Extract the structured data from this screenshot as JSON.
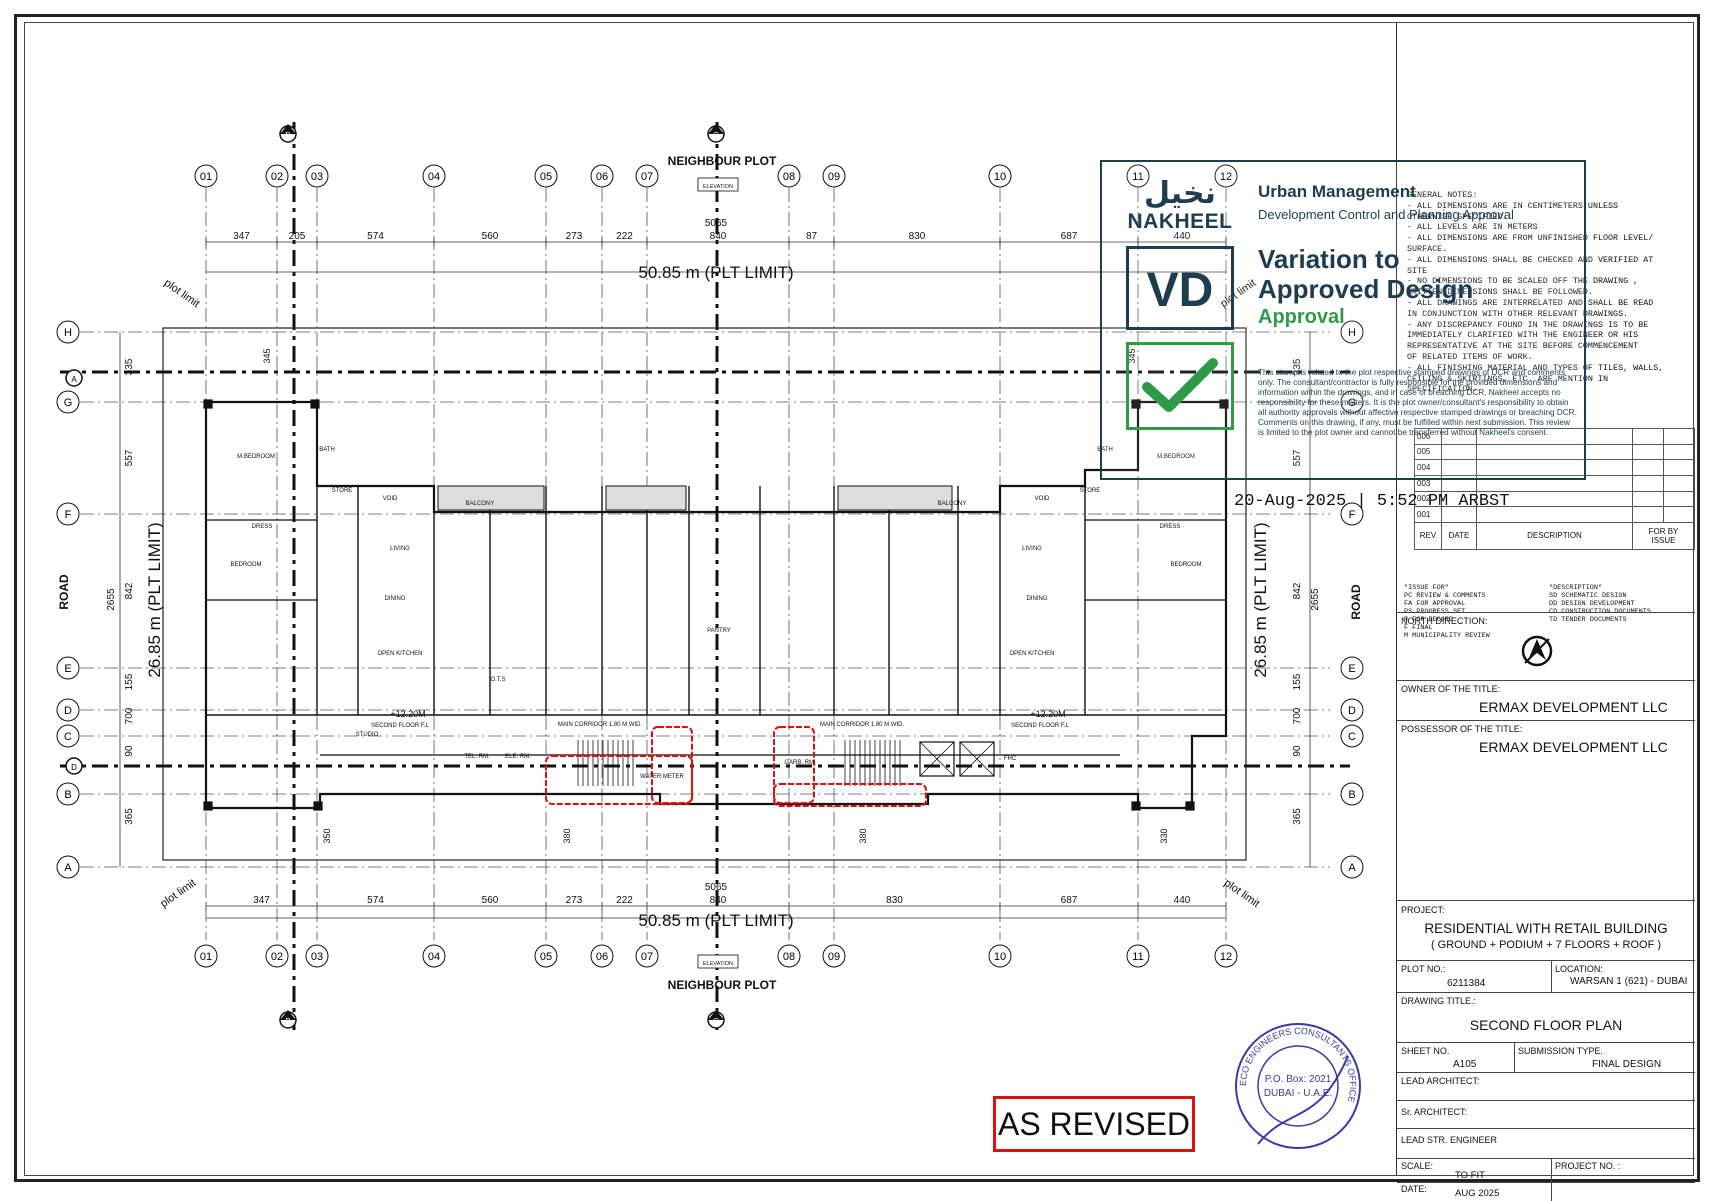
{
  "drawing": {
    "north_label": "NEIGHBOUR PLOT",
    "south_label": "NEIGHBOUR PLOT",
    "plot_width_label": "50.85 m (PLT LIMIT)",
    "plot_depth_label": "26.85 m (PLT LIMIT)",
    "road_label": "ROAD",
    "plot_limit_label": "plot limit",
    "elevation_tag": "ELEVATION",
    "grid_columns": [
      "01",
      "02",
      "03",
      "04",
      "05",
      "06",
      "07",
      "08",
      "09",
      "10",
      "11",
      "12"
    ],
    "grid_rows": [
      "H",
      "G",
      "F",
      "E",
      "D",
      "C",
      "B",
      "A"
    ],
    "top_dimensions": [
      "347",
      "205",
      "574",
      "560",
      "273",
      "222",
      "840",
      "87",
      "830",
      "687",
      "440"
    ],
    "bottom_dimensions": [
      "347",
      "574",
      "560",
      "273",
      "222",
      "840",
      "830",
      "687",
      "440"
    ],
    "overall_dimension": "5065",
    "side_dimensions": [
      "335",
      "557",
      "842",
      "2655",
      "155",
      "700",
      "90",
      "365"
    ],
    "setback_dimensions": [
      "345",
      "350",
      "380",
      "380",
      "330",
      "345"
    ],
    "level_label": "+12.20M",
    "floor_label": "SECOND FLOOR F.L",
    "corridor_label": "MAIN CORRIDOR 1.80 M WID.",
    "room_labels": [
      "M.BEDROOM",
      "BATH",
      "STORE",
      "DRESS",
      "BEDROOM",
      "LIVING",
      "DINING",
      "OPEN KITCHEN",
      "BALCONY",
      "VOID",
      "STUDIO",
      "PANTRY",
      "O.T.S",
      "TEL. RM.",
      "ELE. RM.",
      "WATER METER",
      "GARB. RM.",
      "FHC"
    ],
    "section_markers": [
      "B",
      "C",
      "A",
      "D"
    ]
  },
  "stamp": {
    "arabic_logo": "نخيل",
    "brand": "NAKHEEL",
    "department": "Urban Management",
    "subdepartment": "Development Control and Planning Approval",
    "code": "VD",
    "title_line1": "Variation to",
    "title_line2": "Approved Design",
    "status": "Approval",
    "disclaimer": "This stamp is related to the plot respective stamped drawings of DCR and comments only. The consultant/contractor is fully responsible for the provided dimensions and information within the drawings, and in case of breaching DCR, Nakheel accepts no responsibility for these matters. It is the plot owner/consultant's responsibility to obtain all authority approvals without affective respective stamped drawings or breaching DCR. Comments on this drawing, if any, must be fulfilled within next submission. This review is limited to the plot owner and cannot be transferred without Nakheel's consent.",
    "colors": {
      "navy": "#1f3d4f",
      "green": "#2e9a4a"
    }
  },
  "stamp_date": "20-Aug-2025 | 5:52 PM ARBST",
  "general_notes": {
    "title": "GENERAL NOTES:",
    "items": [
      "- ALL DIMENSIONS ARE IN CENTIMETERS UNLESS",
      "  OTHERWISE SPECIFIED.",
      "- ALL LEVELS ARE IN METERS",
      "- ALL DIMENSIONS ARE FROM UNFINISHED FLOOR LEVEL/",
      "  SURFACE.",
      "- ALL DIMENSIONS SHALL BE CHECKED AND VERIFIED AT",
      "  SITE",
      "- NO DIMENSIONS TO BE SCALED OFF THE DRAWING ,",
      "  WRITTEN DIMENSIONS SHALL BE FOLLOWED.",
      "- ALL DRAWINGS ARE INTERRELATED AND SHALL BE READ",
      "  IN CONJUNCTION WITH OTHER RELEVANT DRAWINGS.",
      "- ANY DISCREPANCY FOUND IN THE DRAWINGS IS TO BE",
      "  IMMEDIATELY CLARIFIED WITH THE ENGINEER OR HIS",
      "  REPRESENTATIVE AT THE SITE BEFORE COMMENCEMENT",
      "  OF RELATED ITEMS OF WORK.",
      "- ALL FINISHING MATERIAL AND TYPES OF TILES, WALLS,",
      "  CEILING & SKIRTINGS, ETC. ARE MENTION IN",
      "  SPECIFICATION."
    ]
  },
  "revisions": {
    "rows": [
      "006",
      "005",
      "004",
      "003",
      "002",
      "001"
    ],
    "headers": {
      "rev": "REV",
      "date": "DATE",
      "description": "DESCRIPTION",
      "for": "FOR",
      "by": "BY",
      "issue": "ISSUE"
    }
  },
  "issue_codes": {
    "left": [
      "\"ISSUE FOR\"",
      "PC REVIEW & COMMENTS",
      "FA FOR APPROVAL",
      "PS PROGRESS SET",
      "R FOR RECORD",
      "F FINAL",
      "M MUNICIPALITY REVIEW"
    ],
    "right": [
      "\"DESCRIPTION\"",
      "SD SCHEMATIC DESIGN",
      "DD DESIGN DEVELOPMENT",
      "CD CONSTRUCTION DOCUMENTS",
      "TD TENDER DOCUMENTS"
    ]
  },
  "title_block": {
    "north_label": "NORTH DIRECTION:",
    "owner_label": "OWNER OF THE TITLE:",
    "owner": "ERMAX DEVELOPMENT LLC",
    "possessor_label": "POSSESSOR OF THE TITLE:",
    "possessor": "ERMAX DEVELOPMENT LLC",
    "project_label": "PROJECT:",
    "project_line1": "RESIDENTIAL  WITH RETAIL BUILDING",
    "project_line2": "( GROUND + PODIUM + 7 FLOORS + ROOF )",
    "plot_label": "PLOT NO.:",
    "plot_no": "6211384",
    "location_label": "LOCATION:",
    "location": "WARSAN 1 (621) - DUBAI",
    "drawing_title_label": "DRAWING TITLE.:",
    "drawing_title": "SECOND FLOOR PLAN",
    "sheet_label": "SHEET NO.",
    "sheet_no": "A105",
    "submission_label": "SUBMISSION TYPE.",
    "submission": "FINAL DESIGN",
    "lead_arch_label": "LEAD ARCHITECT:",
    "sr_arch_label": "Sr. ARCHITECT:",
    "lead_str_label": "LEAD STR. ENGINEER",
    "scale_label": "SCALE:",
    "scale": "TO FIT",
    "project_no_label": "PROJECT NO. :",
    "date_label": "DATE:",
    "date": "AUG 2025"
  },
  "seal": {
    "pobox": "P.O. Box: 2021",
    "city": "DUBAI - U.A.E.",
    "ring_text": "ECO ENGINEERS CONSULTANTS OFFICE",
    "color": "#3a3aa8"
  },
  "revised_label": "AS REVISED"
}
